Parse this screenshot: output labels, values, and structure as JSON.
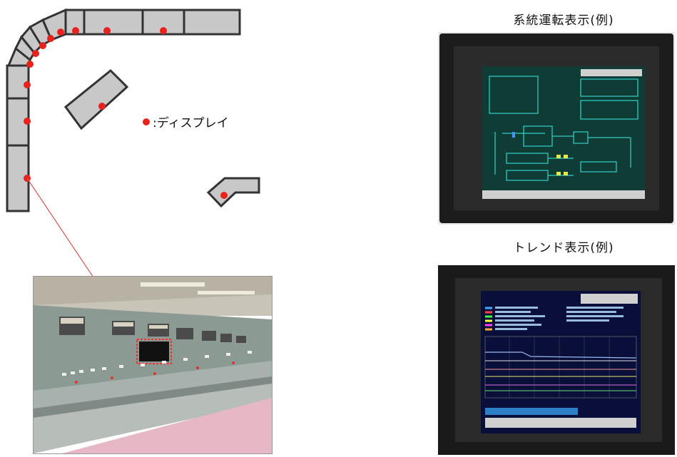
{
  "legend": {
    "label": ":ディスプレイ"
  },
  "titles": {
    "system_display": "系統運転表示(例)",
    "trend_display": "トレンド表示(例)"
  },
  "colors": {
    "panel_fill": "#c8c8c8",
    "panel_stroke": "#333333",
    "display_dot": "#e8231d",
    "monitor_frame": "#1c1c1c",
    "system_screen_bg": "#0f3d36",
    "trend_screen_bg": "#0a0f3a"
  }
}
